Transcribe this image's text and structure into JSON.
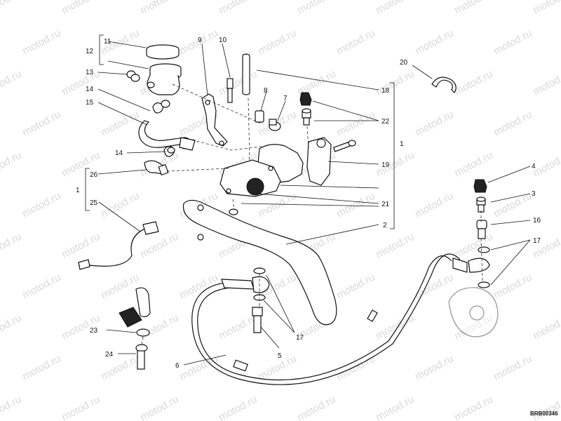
{
  "diagram": {
    "reference_code": "BRB00346",
    "watermark_text": "motod.ru",
    "part_numbers": {
      "p1": "1",
      "p2": "2",
      "p3": "3",
      "p4": "4",
      "p5": "5",
      "p6": "6",
      "p7": "7",
      "p8": "8",
      "p9": "9",
      "p10": "10",
      "p11": "11",
      "p12": "12",
      "p13": "13",
      "p14a": "14",
      "p14b": "14",
      "p15": "15",
      "p16": "16",
      "p17a": "17",
      "p17b": "17",
      "p18": "18",
      "p19": "19",
      "p20": "20",
      "p21": "21",
      "p22": "22",
      "p23": "23",
      "p24": "24",
      "p25": "25",
      "p26": "26",
      "p1b": "1"
    }
  }
}
